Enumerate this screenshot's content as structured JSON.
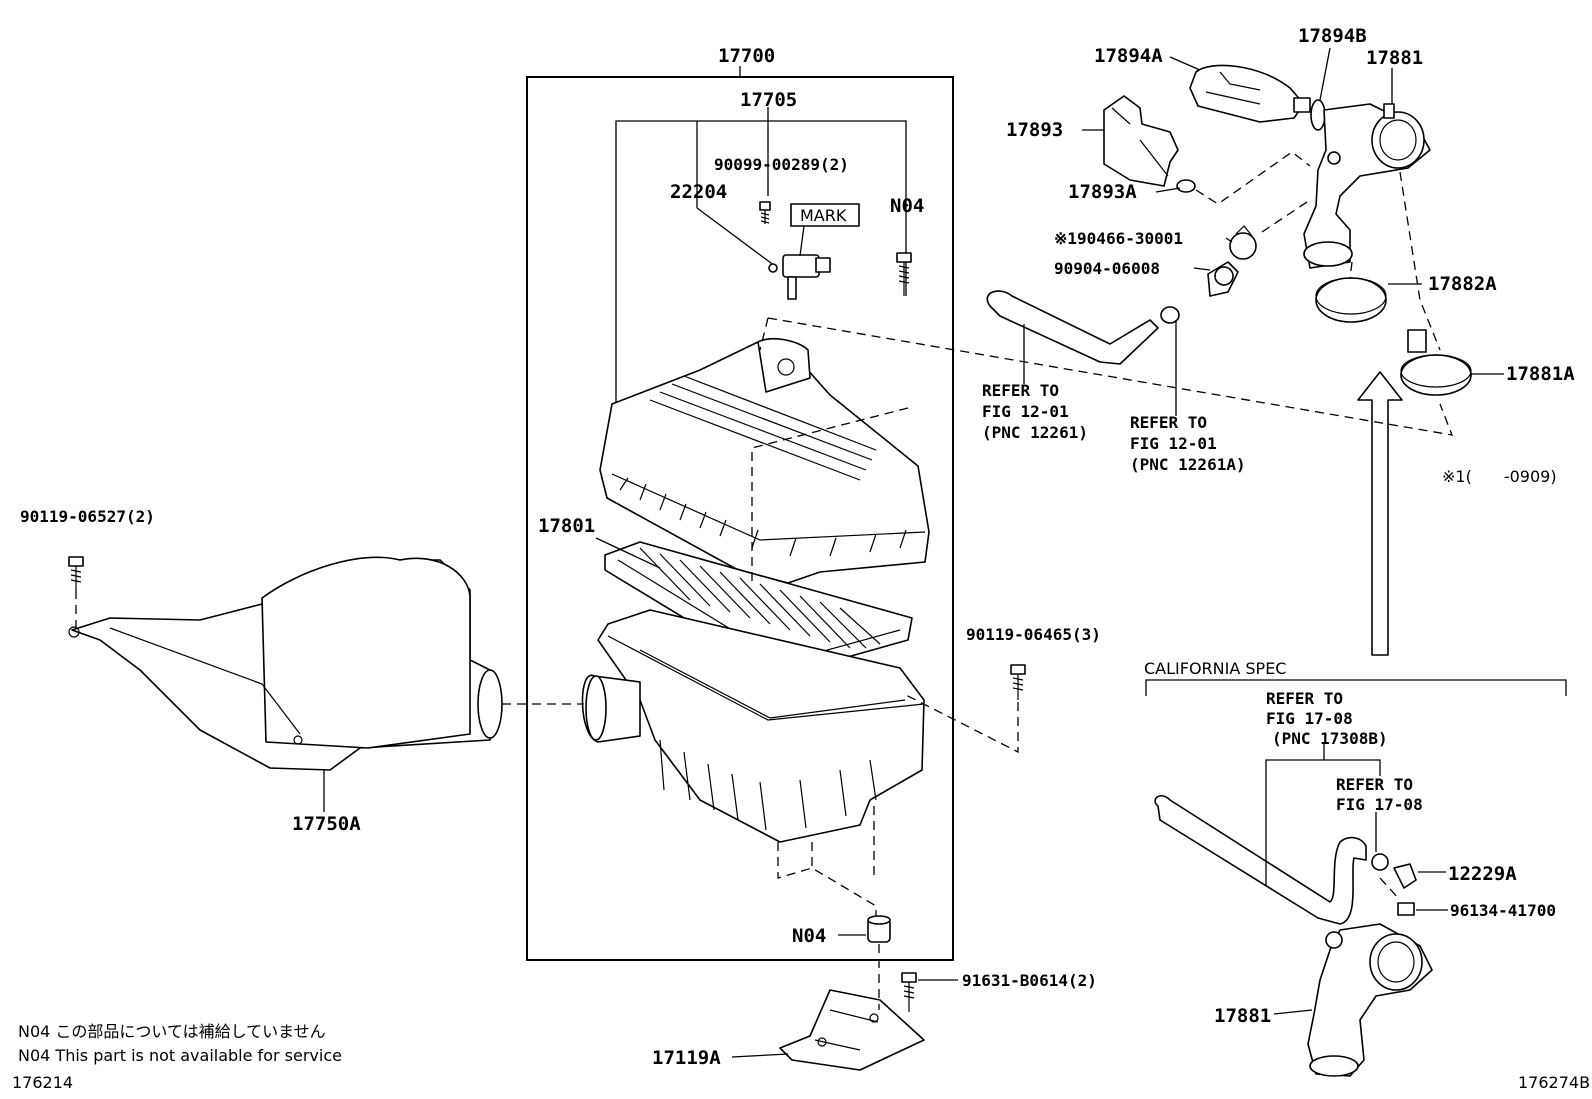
{
  "labels": {
    "p17700": "17700",
    "p17705": "17705",
    "p90099": "90099-00289(2)",
    "p22204": "22204",
    "mark": "MARK",
    "n04_top": "N04",
    "p17801": "17801",
    "p90119_06527": "90119-06527(2)",
    "p17750A": "17750A",
    "p90119_06465": "90119-06465(3)",
    "n04_bottom": "N04",
    "p91631": "91631-B0614(2)",
    "p17119A": "17119A",
    "p17894A": "17894A",
    "p17894B": "17894B",
    "p17881_top": "17881",
    "p17893": "17893",
    "p17893A": "17893A",
    "p190466": "※190466-30001",
    "p90904": "90904-06008",
    "p17882A": "17882A",
    "p17881A": "17881A",
    "refer1": [
      "REFER TO",
      "FIG 12-01",
      "(PNC 12261)"
    ],
    "refer2": [
      "REFER TO",
      "FIG 12-01",
      "(PNC 12261A)"
    ],
    "footnote_mark": "※1(　　-0909)",
    "california": "CALIFORNIA SPEC",
    "refer3": [
      "REFER TO",
      "FIG 17-08",
      "(PNC 17308B)"
    ],
    "refer4": [
      "REFER TO",
      "FIG 17-08"
    ],
    "p12229A": "12229A",
    "p96134": "96134-41700",
    "p17881_bottom": "17881"
  },
  "notes": {
    "jp": "N04  この部品については補給していません",
    "en": "N04  This part is not available for service"
  },
  "figure_ids": {
    "left": "176214",
    "right": "176274B"
  }
}
